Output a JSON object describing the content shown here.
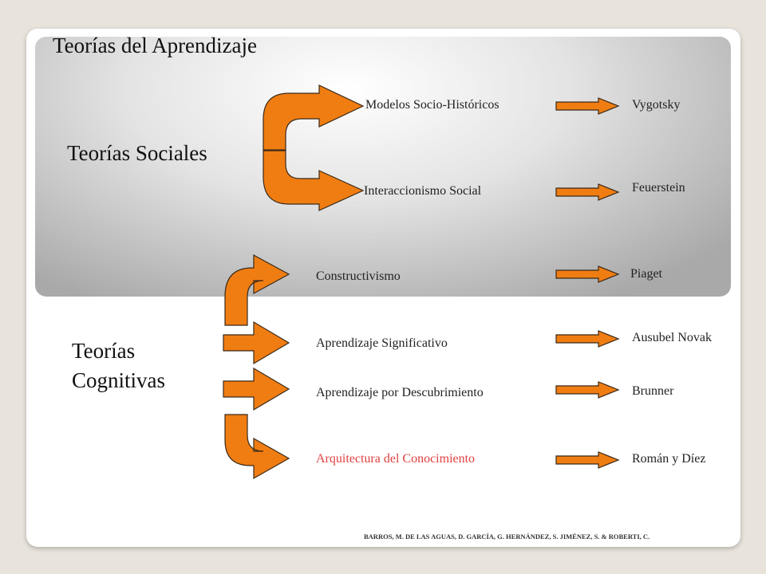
{
  "title": "Teorías del Aprendizaje",
  "groups": {
    "social": "Teorías Sociales",
    "cognitive_line1": "Teorías",
    "cognitive_line2": "Cognitivas"
  },
  "rows": [
    {
      "theory": "Modelos Socio-Históricos",
      "author": "Vygotsky"
    },
    {
      "theory": "Interaccionismo  Social",
      "author": "Feuerstein"
    },
    {
      "theory": "Constructivismo",
      "author": "Piaget"
    },
    {
      "theory": "Aprendizaje  Significativo",
      "author": "Ausubel Novak"
    },
    {
      "theory": "Aprendizaje  por Descubrimiento",
      "author": "Brunner"
    },
    {
      "theory": "Arquitectura del Conocimiento",
      "author": "Román y Díez"
    }
  ],
  "credit": "BARROS, M. DE LAS AGUAS, D. GARCÍA, G. HERNÁNDEZ, S. JIMÉNEZ, S. & ROBERTI, C.",
  "colors": {
    "arrow_fill": "#f07d12",
    "arrow_stroke": "#3a2a1a",
    "highlight_text": "#e04040"
  }
}
